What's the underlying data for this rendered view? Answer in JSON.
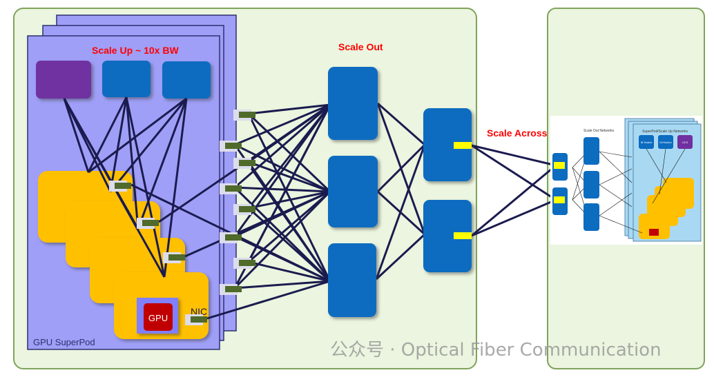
{
  "labels": {
    "scale_up": "Scale Up ~ 10x BW",
    "scale_out": "Scale Out",
    "scale_across": "Scale Across",
    "superpod": "GPU SuperPod",
    "nic": "NIC",
    "gpu": "GPU"
  },
  "mini_diagram": {
    "scale_out_title": "Scale Out Networks",
    "superpod_title": "SuperPod/Scale Up Networks",
    "switches": [
      "IB Switch",
      "NVSwitch",
      "OCS"
    ]
  },
  "watermark": "公众号 · Optical Fiber Communication",
  "colors": {
    "panel_bg": "#ebf5df",
    "panel_border": "#7ea35a",
    "pod": "#9f9ff7",
    "gpu_card": "#ffc000",
    "switch_blue": "#0b6cc0",
    "switch_purple": "#7030a0",
    "gpu_red": "#c00000",
    "link": "#1b1b4f",
    "label_red": "#ff0000"
  }
}
